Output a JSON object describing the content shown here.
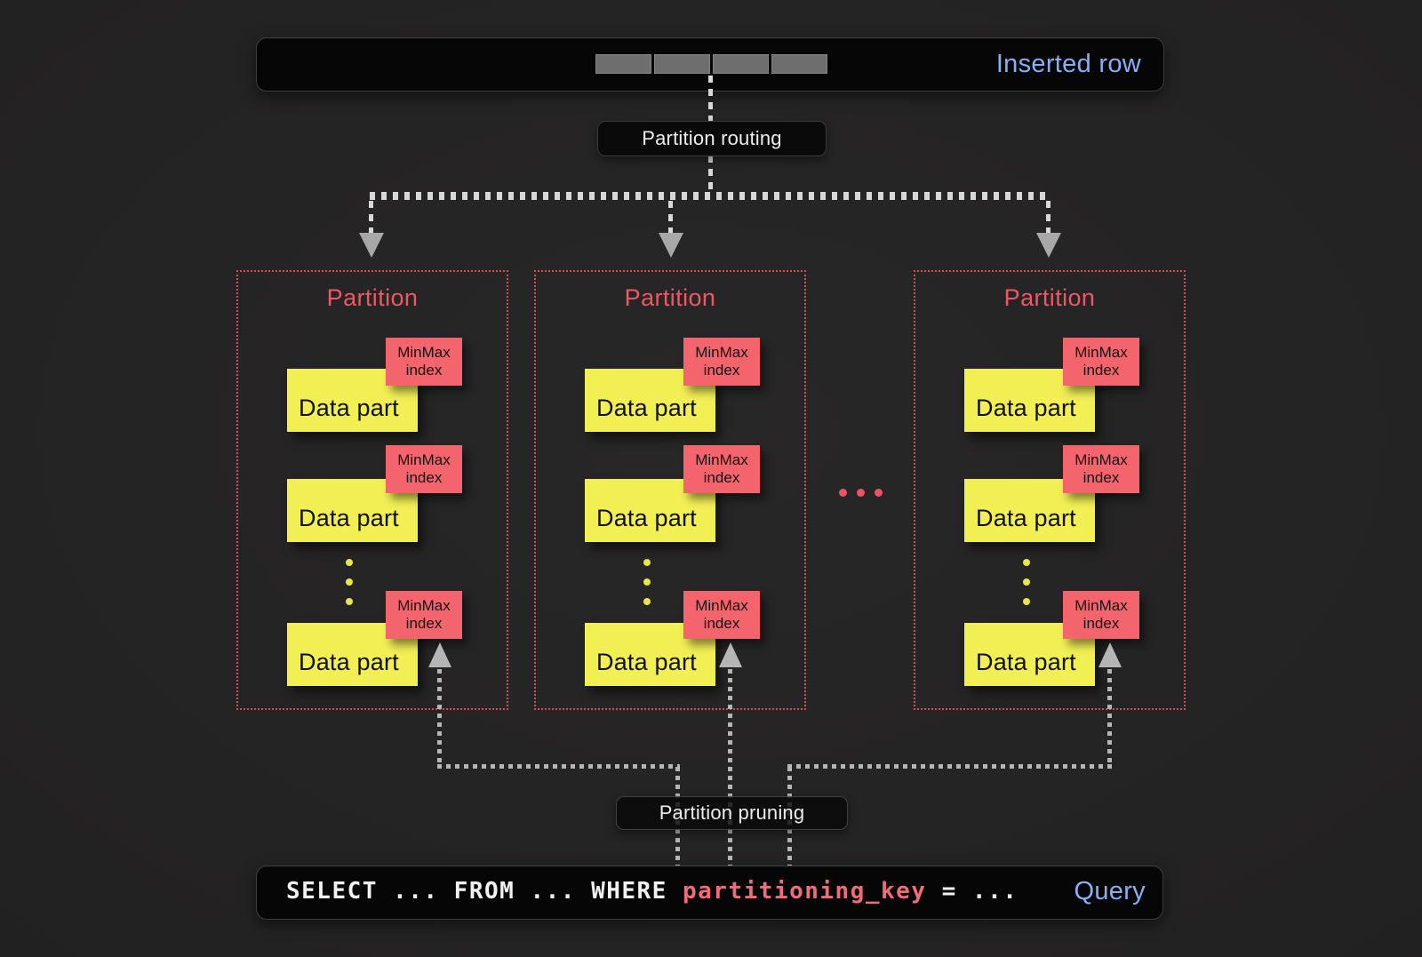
{
  "inserted_row": {
    "label": "Inserted row",
    "segment_count": 4
  },
  "labels": {
    "routing": "Partition routing",
    "pruning": "Partition pruning"
  },
  "partitions": [
    {
      "title": "Partition",
      "data_parts": [
        {
          "label": "Data part",
          "index_label": "MinMax\nindex"
        },
        {
          "label": "Data part",
          "index_label": "MinMax\nindex"
        },
        {
          "label": "Data part",
          "index_label": "MinMax\nindex"
        }
      ]
    },
    {
      "title": "Partition",
      "data_parts": [
        {
          "label": "Data part",
          "index_label": "MinMax\nindex"
        },
        {
          "label": "Data part",
          "index_label": "MinMax\nindex"
        },
        {
          "label": "Data part",
          "index_label": "MinMax\nindex"
        }
      ]
    },
    {
      "title": "Partition",
      "data_parts": [
        {
          "label": "Data part",
          "index_label": "MinMax\nindex"
        },
        {
          "label": "Data part",
          "index_label": "MinMax\nindex"
        },
        {
          "label": "Data part",
          "index_label": "MinMax\nindex"
        }
      ]
    }
  ],
  "query": {
    "sql_prefix": "SELECT ... FROM ... WHERE ",
    "sql_key": "partitioning_key",
    "sql_suffix": " = ...",
    "label": "Query"
  },
  "colors": {
    "accent_blue": "#85b1f2",
    "accent_red": "#ef5767",
    "tag_red": "#f3646d",
    "part_yellow": "#f2ef55",
    "connector_light": "#d8d8d8",
    "connector_gray": "#b5b5b5"
  }
}
